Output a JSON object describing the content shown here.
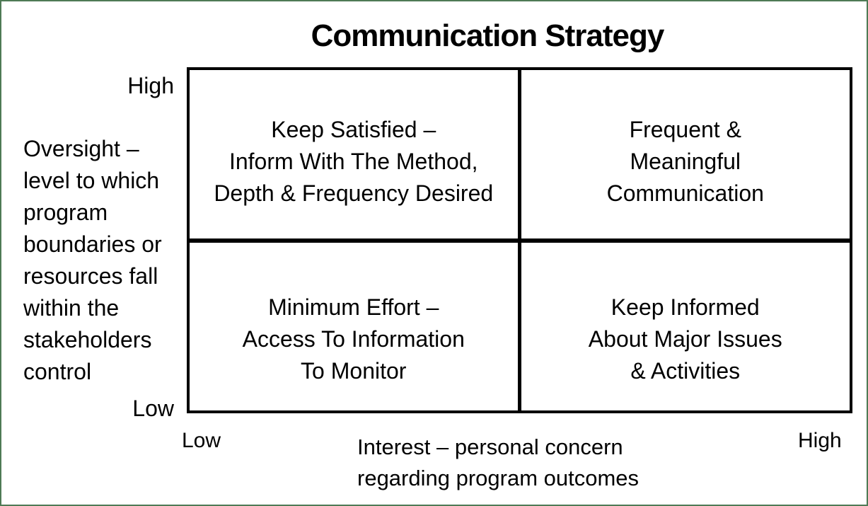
{
  "title": "Communication Strategy",
  "y_axis": {
    "high_label": "High",
    "low_label": "Low",
    "description_lines": [
      "Oversight –",
      "level to which",
      "program",
      "boundaries or",
      "resources fall",
      "within the",
      "stakeholders",
      "control"
    ]
  },
  "x_axis": {
    "low_label": "Low",
    "high_label": "High",
    "description_lines": [
      "Interest – personal concern",
      "regarding program outcomes"
    ]
  },
  "quadrants": {
    "top_left": {
      "lines": [
        "Keep Satisfied –",
        "Inform With The Method,",
        "Depth & Frequency Desired"
      ]
    },
    "top_right": {
      "lines": [
        "Frequent &",
        "Meaningful",
        "Communication"
      ]
    },
    "bottom_left": {
      "lines": [
        "Minimum Effort –",
        "Access To Information",
        "To Monitor"
      ]
    },
    "bottom_right": {
      "lines": [
        "Keep Informed",
        "About Major Issues",
        "& Activities"
      ]
    }
  },
  "colors": {
    "frame_border": "#4e7a55",
    "grid_line": "#000000",
    "text": "#000000",
    "background": "#ffffff"
  }
}
